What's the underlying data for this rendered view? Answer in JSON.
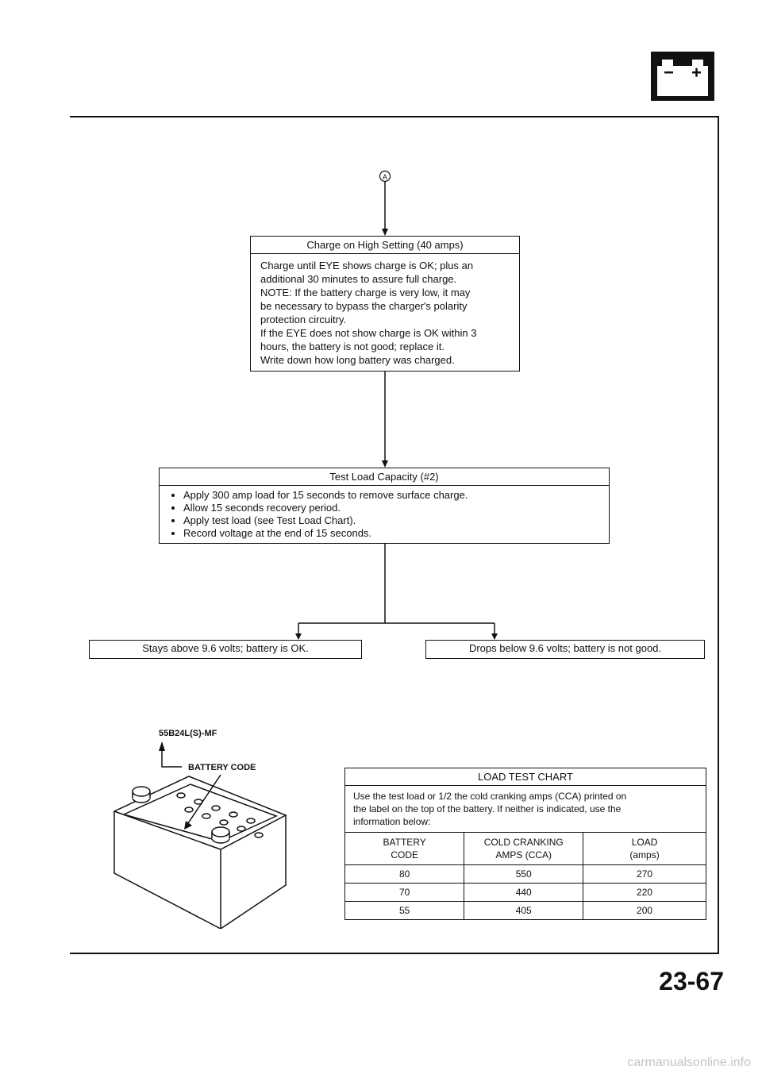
{
  "header": {
    "icon": "battery-icon",
    "marker": "A"
  },
  "charge_box": {
    "title": "Charge on High Setting (40 amps)",
    "lines": [
      "Charge until EYE shows charge is OK; plus an",
      "additional 30 minutes to assure full charge.",
      "NOTE: If the battery charge is very low, it may",
      "be necessary to bypass the charger's polarity",
      "protection circuitry.",
      "If the EYE does not show charge is OK within 3",
      "hours, the battery is not good; replace it.",
      "Write down how long battery was charged."
    ]
  },
  "load_box": {
    "title": "Test Load Capacity (#2)",
    "bullets": [
      "Apply 300 amp load for 15 seconds to remove surface charge.",
      "Allow 15 seconds recovery period.",
      "Apply test load (see Test Load Chart).",
      "Record voltage at the end of 15 seconds."
    ]
  },
  "result_ok": "Stays above 9.6 volts; battery is OK.",
  "result_bad": "Drops below 9.6 volts; battery is not good.",
  "battery": {
    "model": "55B24L(S)-MF",
    "code_label": "BATTERY CODE"
  },
  "chart": {
    "title": "LOAD TEST CHART",
    "description": [
      "Use the test load or 1/2 the cold cranking amps (CCA) printed on",
      "the label on the top of the battery. If neither is indicated, use the",
      "information below:"
    ],
    "headers": [
      [
        "BATTERY",
        "CODE"
      ],
      [
        "COLD CRANKING",
        "AMPS (CCA)"
      ],
      [
        "LOAD",
        "(amps)"
      ]
    ],
    "rows": [
      [
        "80",
        "550",
        "270"
      ],
      [
        "70",
        "440",
        "220"
      ],
      [
        "55",
        "405",
        "200"
      ]
    ]
  },
  "page_number": "23-67",
  "watermark": "carmanualsonline.info"
}
